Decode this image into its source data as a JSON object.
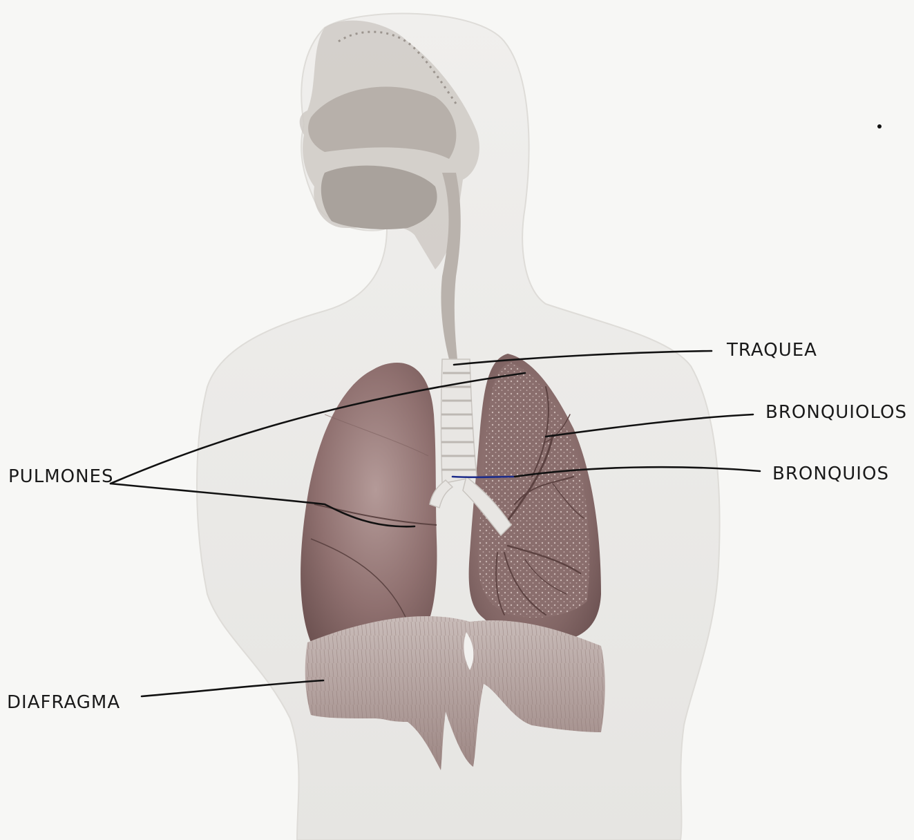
{
  "labels": {
    "traquea": "TRAQUEA",
    "bronquiolos": "BRONQUIOLOS",
    "bronquios": "BRONQUIOS",
    "pulmones": "PULMONES",
    "diafragma": "DIAFRAGMA"
  },
  "colors": {
    "paper": "#f7f7f5",
    "body_silhouette": "#ececea",
    "head_tissue": "#bdb8b3",
    "lung": "#8d6f6e",
    "lung_light": "#b59a98",
    "diaphragm": "#a58e8b",
    "trachea": "#e6e4e1",
    "ink": "#111111",
    "bronquios_line": "#1b2b8a"
  }
}
